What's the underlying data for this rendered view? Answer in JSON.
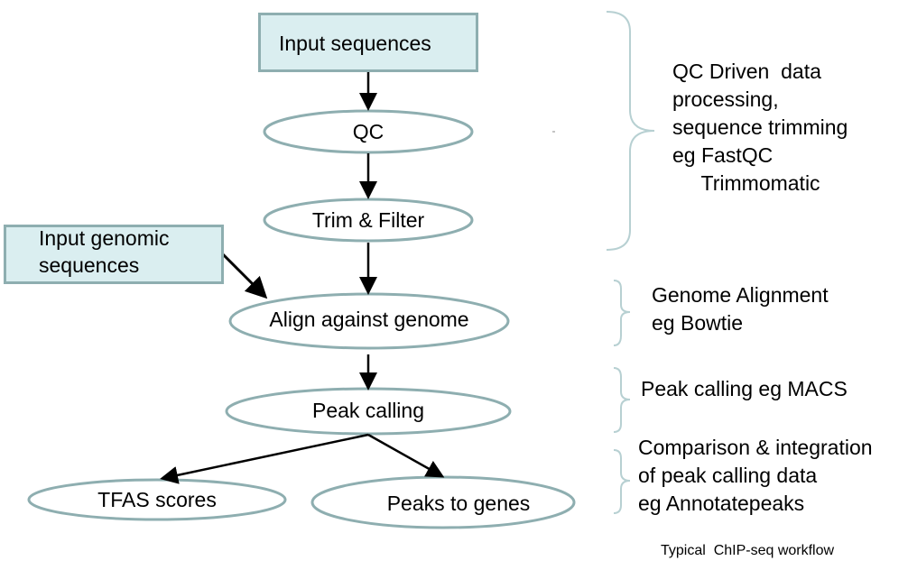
{
  "diagram": {
    "input_sequences": "Input sequences",
    "input_genomic_sequences": "Input genomic\nsequences",
    "steps": {
      "qc": "QC",
      "trim_filter": "Trim & Filter",
      "align": "Align against genome",
      "peak_calling": "Peak calling",
      "tfas_scores": "TFAS scores",
      "peaks_to_genes": "Peaks to genes"
    },
    "notes": {
      "qc_processing": "QC Driven  data\nprocessing,\nsequence trimming\neg FastQC\n     Trimmomatic",
      "genome_alignment": "Genome Alignment\neg Bowtie",
      "peak_calling": "Peak calling eg MACS",
      "comparison": "Comparison & integration\nof peak calling data\neg Annotatepeaks"
    },
    "caption": "Typical  ChIP-seq workflow"
  },
  "colors": {
    "box_fill": "#daeef0",
    "box_border": "#8eaeb0",
    "ellipse_border": "#8eaeb0",
    "brace": "#b7d0d2",
    "arrow": "#000000"
  }
}
